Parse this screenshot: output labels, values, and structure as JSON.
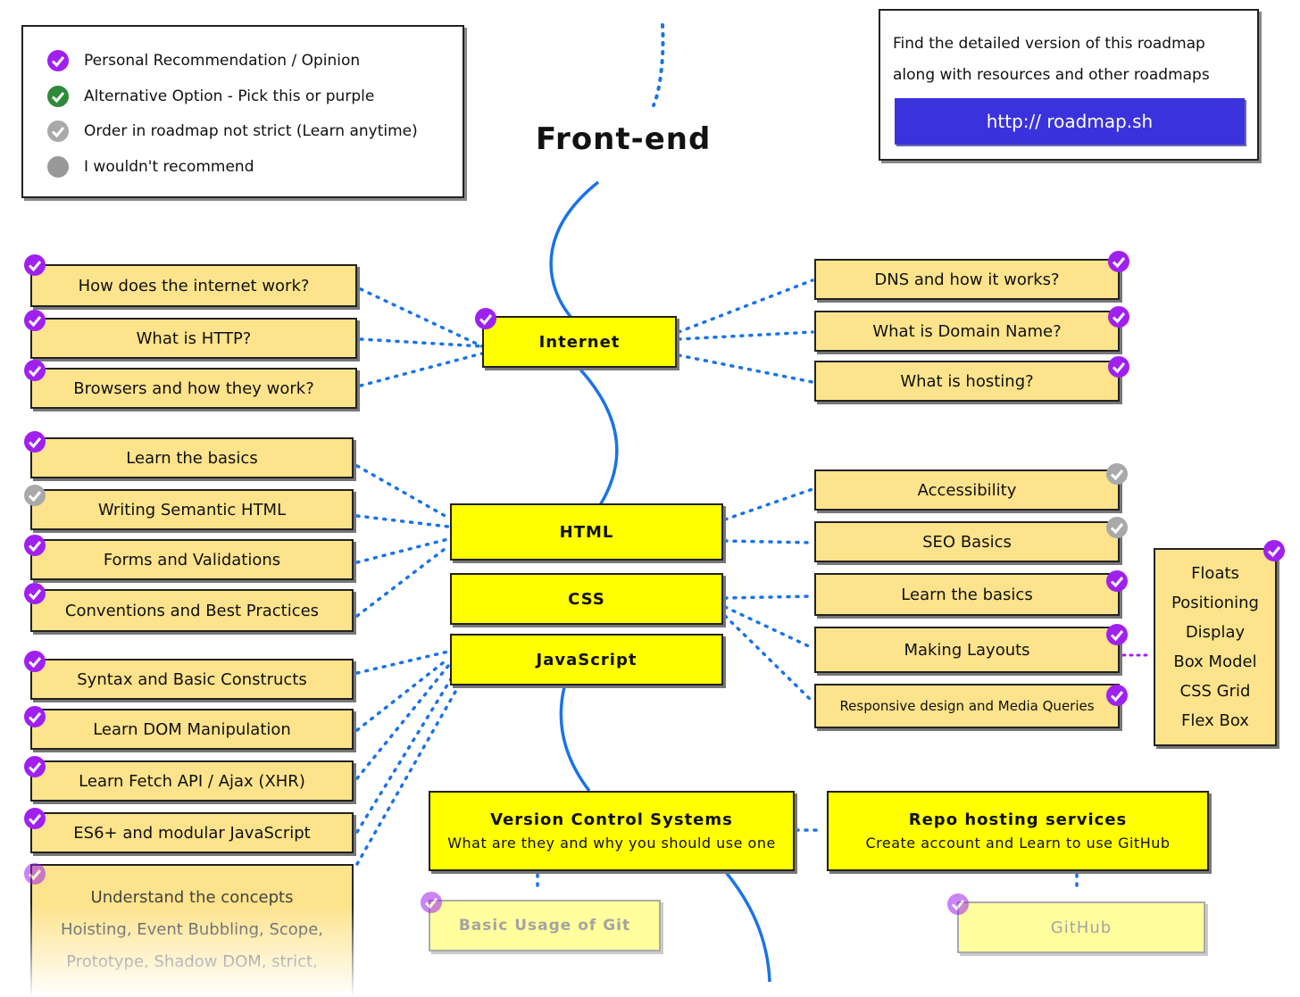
{
  "colors": {
    "purple": "#a020f0",
    "green": "#2e8b3a",
    "gray_check": "#a9a9a9",
    "gray_dot": "#999999",
    "blue_line": "#1a73e8",
    "topic_fill": "#fde38b",
    "main_fill": "#ffff00",
    "link_button": "#3a32dc"
  },
  "legend": {
    "items": [
      {
        "icon": "purple-check",
        "label": "Personal Recommendation / Opinion"
      },
      {
        "icon": "green-check",
        "label": "Alternative Option - Pick this or purple"
      },
      {
        "icon": "gray-check",
        "label": "Order in roadmap not strict (Learn anytime)"
      },
      {
        "icon": "gray-dot",
        "label": "I wouldn't recommend"
      }
    ]
  },
  "promo": {
    "text": "Find the detailed version of this roadmap along with resources and other roadmaps",
    "link": "http:// roadmap.sh"
  },
  "title": "Front-end",
  "main_nodes": {
    "internet": "Internet",
    "html": "HTML",
    "css": "CSS",
    "javascript": "JavaScript",
    "vcs_title": "Version Control Systems",
    "vcs_sub": "What are they and why you should use one",
    "repo_title": "Repo hosting services",
    "repo_sub": "Create account and Learn to use GitHub"
  },
  "internet_left": [
    "How does the internet work?",
    "What is HTTP?",
    "Browsers and how they work?"
  ],
  "internet_right": [
    "DNS and how it works?",
    "What is Domain Name?",
    "What is hosting?"
  ],
  "html_left": [
    "Learn the basics",
    "Writing Semantic HTML",
    "Forms and Validations",
    "Conventions and Best Practices"
  ],
  "html_right": [
    "Accessibility",
    "SEO Basics"
  ],
  "css_right": [
    "Learn the basics",
    "Making Layouts",
    "Responsive design and Media Queries"
  ],
  "layouts_list": [
    "Floats",
    "Positioning",
    "Display",
    "Box Model",
    "CSS Grid",
    "Flex Box"
  ],
  "js_left": [
    "Syntax and Basic Constructs",
    "Learn DOM Manipulation",
    "Learn Fetch API / Ajax (XHR)",
    "ES6+ and modular JavaScript"
  ],
  "concepts": {
    "line1": "Understand the concepts",
    "line2": "Hoisting, Event Bubbling, Scope,",
    "line3": "Prototype, Shadow DOM, strict,"
  },
  "git_basic": "Basic Usage of Git",
  "github": "GitHub"
}
